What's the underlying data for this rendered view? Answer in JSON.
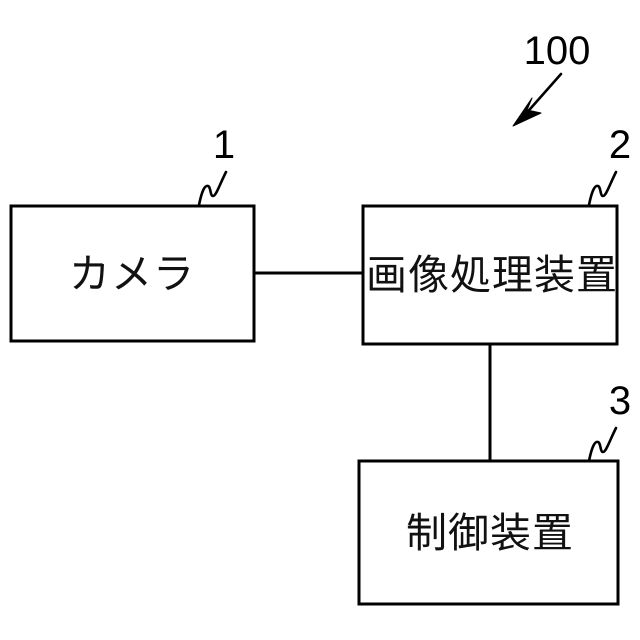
{
  "figure": {
    "kind": "patent-block-diagram",
    "background_color": "#ffffff",
    "stroke_color": "#000000",
    "assembly": {
      "ref_numeral": "100",
      "pointer": "arrow-down-left"
    },
    "nodes": [
      {
        "id": "camera",
        "label": "カメラ",
        "ref_numeral": "1",
        "leader": "squiggle"
      },
      {
        "id": "image-processing-device",
        "label": "画像処理装置",
        "ref_numeral": "2",
        "leader": "squiggle"
      },
      {
        "id": "control-device",
        "label": "制御装置",
        "ref_numeral": "3",
        "leader": "squiggle"
      }
    ],
    "connections": [
      {
        "id": "camera-to-image-processing",
        "from": "camera",
        "to": "image-processing-device",
        "orientation": "horizontal"
      },
      {
        "id": "image-processing-to-control",
        "from": "image-processing-device",
        "to": "control-device",
        "orientation": "vertical"
      }
    ]
  }
}
